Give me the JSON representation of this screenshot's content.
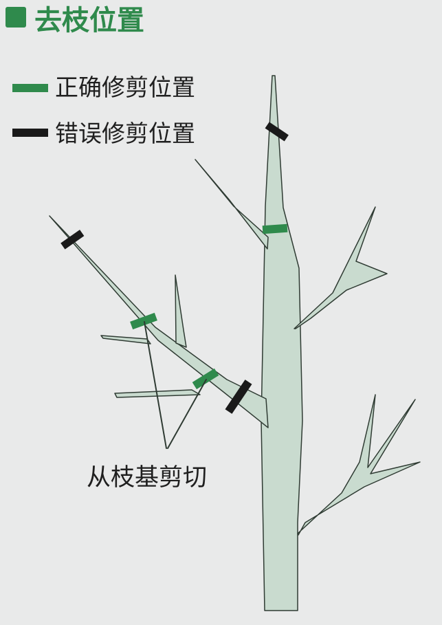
{
  "heading": {
    "title": "去枝位置"
  },
  "legend": {
    "correct_label": "正确修剪位置",
    "wrong_label": "错误修剪位置"
  },
  "annotation": {
    "text": "从枝基剪切"
  },
  "colors": {
    "background": "#e9eaea",
    "tree_fill": "#c9dbcf",
    "tree_outline": "#2f3b33",
    "correct_mark": "#2f8a4c",
    "wrong_mark": "#1a1a1a",
    "title": "#2f8a4c",
    "text": "#1f1f1f"
  }
}
